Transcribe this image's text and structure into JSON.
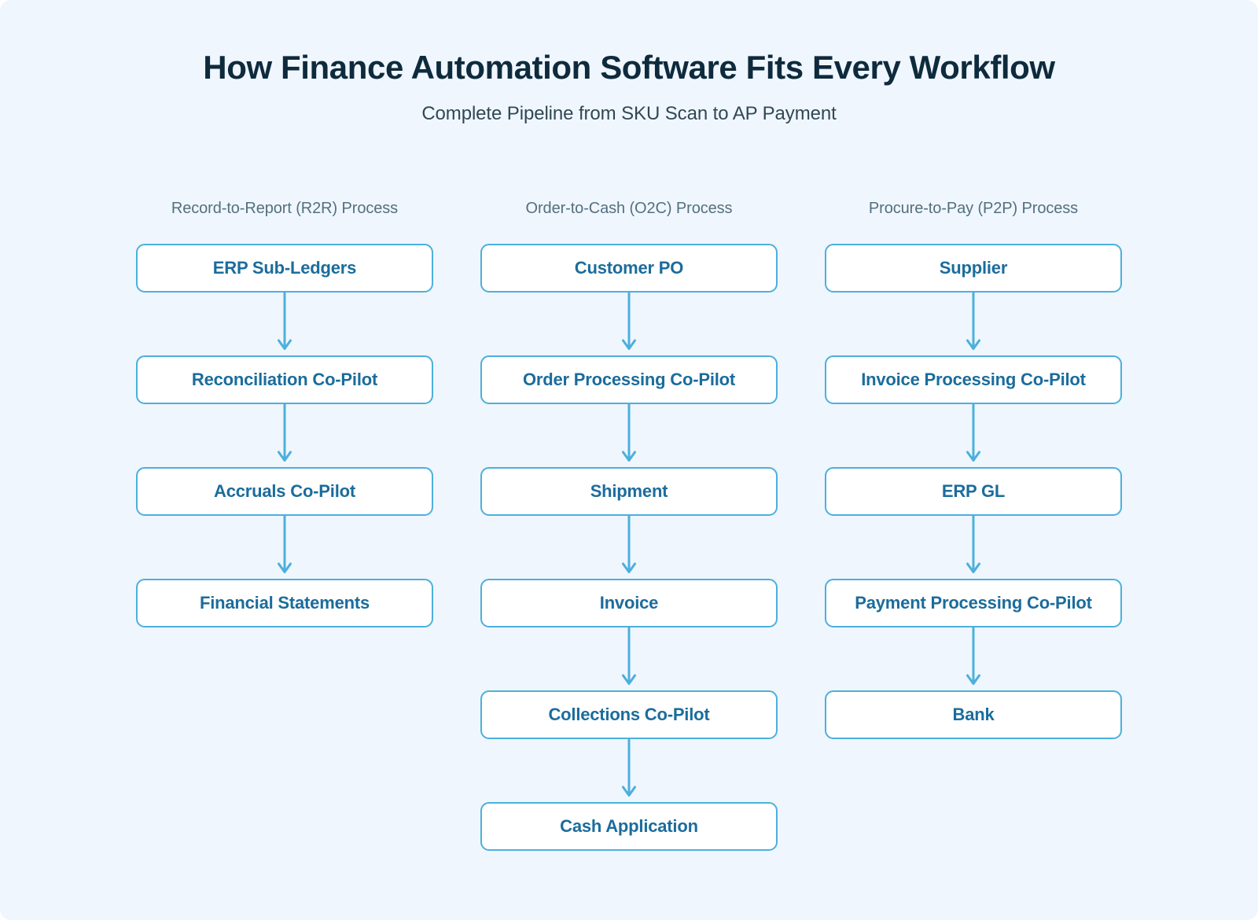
{
  "header": {
    "title": "How Finance Automation Software Fits Every Workflow",
    "subtitle": "Complete Pipeline from SKU Scan to AP Payment"
  },
  "colors": {
    "background": "#f0f6fd",
    "node_border": "#4bb0dd",
    "node_fill": "#ffffff",
    "node_text": "#1b6c9c",
    "title_text": "#0e2b3d",
    "subtitle_text": "#2f4856",
    "column_header_text": "#53707f",
    "arrow": "#4bb0dd"
  },
  "diagram": {
    "type": "flowchart",
    "orientation": "vertical-columns",
    "columns": [
      {
        "id": "r2r",
        "header": "Record-to-Report (R2R) Process",
        "nodes": [
          {
            "label": "ERP Sub-Ledgers"
          },
          {
            "label": "Reconciliation Co-Pilot"
          },
          {
            "label": "Accruals Co-Pilot"
          },
          {
            "label": "Financial Statements"
          }
        ]
      },
      {
        "id": "o2c",
        "header": "Order-to-Cash (O2C) Process",
        "nodes": [
          {
            "label": "Customer PO"
          },
          {
            "label": "Order Processing Co-Pilot"
          },
          {
            "label": "Shipment"
          },
          {
            "label": "Invoice"
          },
          {
            "label": "Collections Co-Pilot"
          },
          {
            "label": "Cash Application"
          }
        ]
      },
      {
        "id": "p2p",
        "header": "Procure-to-Pay (P2P) Process",
        "nodes": [
          {
            "label": "Supplier"
          },
          {
            "label": "Invoice Processing Co-Pilot"
          },
          {
            "label": "ERP GL"
          },
          {
            "label": "Payment Processing Co-Pilot"
          },
          {
            "label": "Bank"
          }
        ]
      }
    ]
  }
}
